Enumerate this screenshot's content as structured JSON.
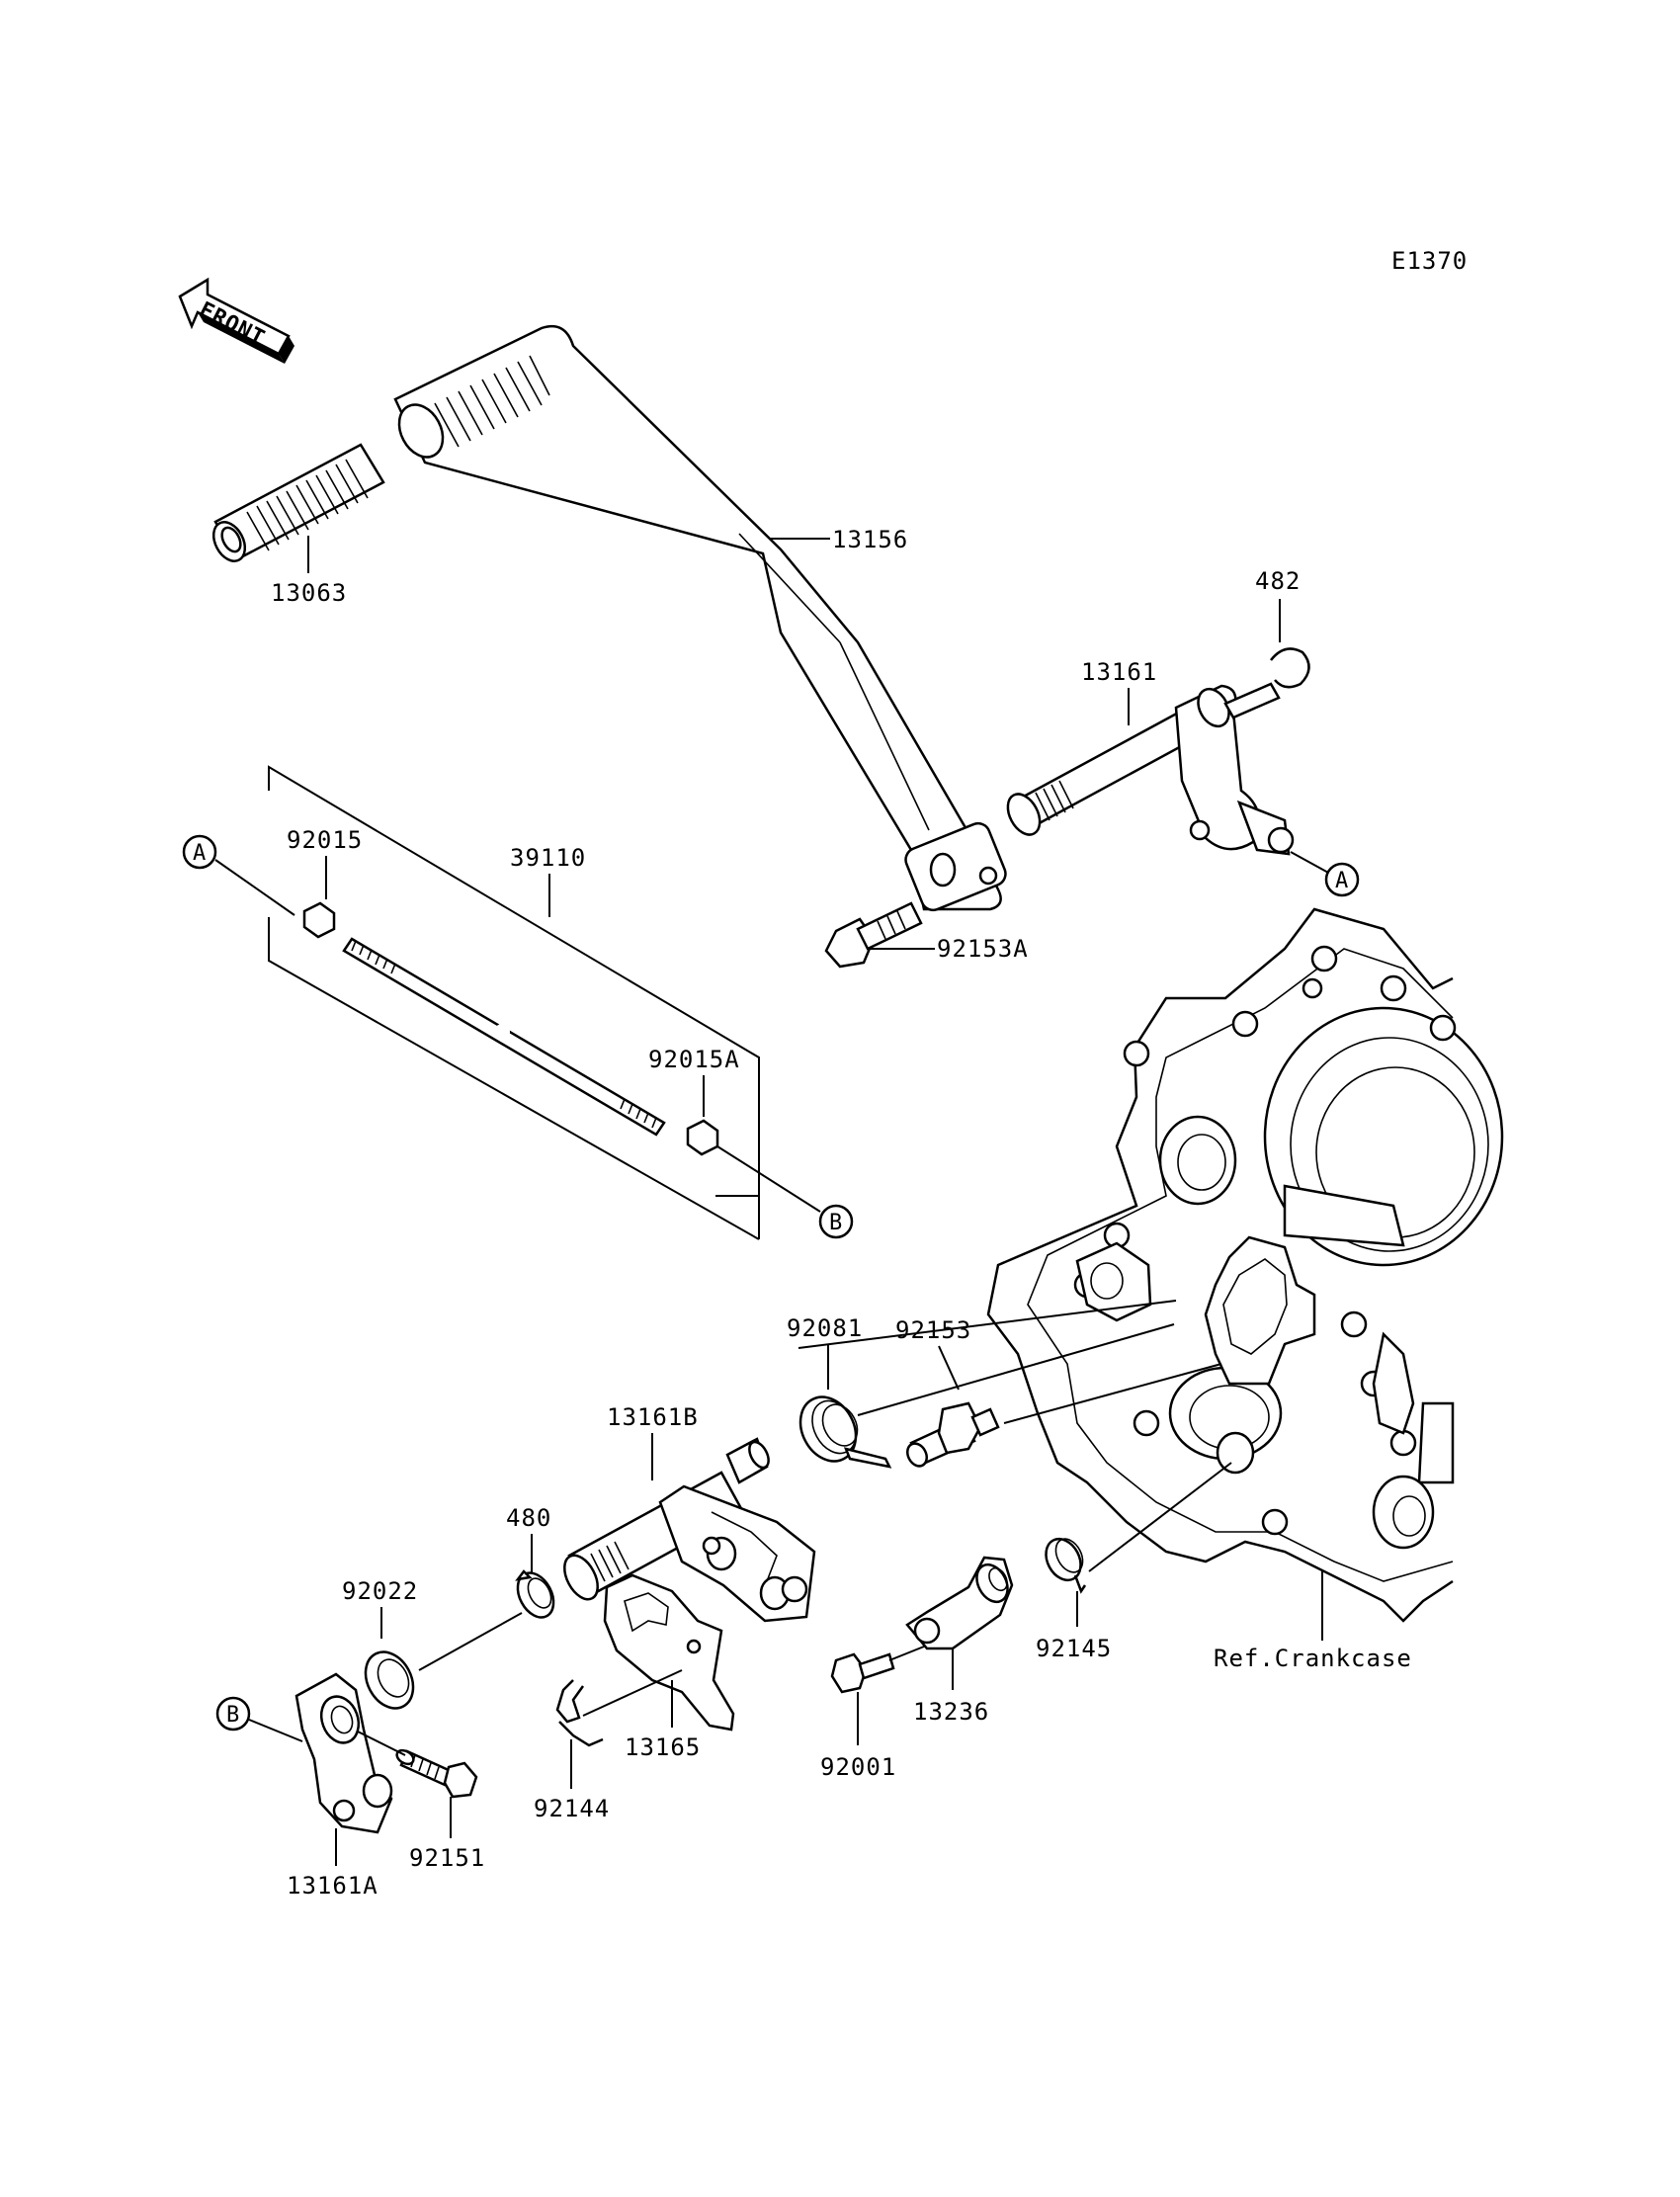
{
  "diagram_code": "E1370",
  "front_label": "FRONT",
  "ref_label": "Ref.Crankcase",
  "parts": {
    "p13063": "13063",
    "p13156": "13156",
    "p482": "482",
    "p13161": "13161",
    "p92015": "92015",
    "p39110": "39110",
    "p92153A": "92153A",
    "p92015A": "92015A",
    "p92081": "92081",
    "p92153": "92153",
    "p13161B": "13161B",
    "p480": "480",
    "p92022": "92022",
    "p13236": "13236",
    "p92145": "92145",
    "p92001": "92001",
    "p13165": "13165",
    "p92144": "92144",
    "p92151": "92151",
    "p13161A": "13161A"
  },
  "refs": {
    "a_left": "A",
    "a_right": "A",
    "b_right": "B",
    "b_left": "B"
  }
}
